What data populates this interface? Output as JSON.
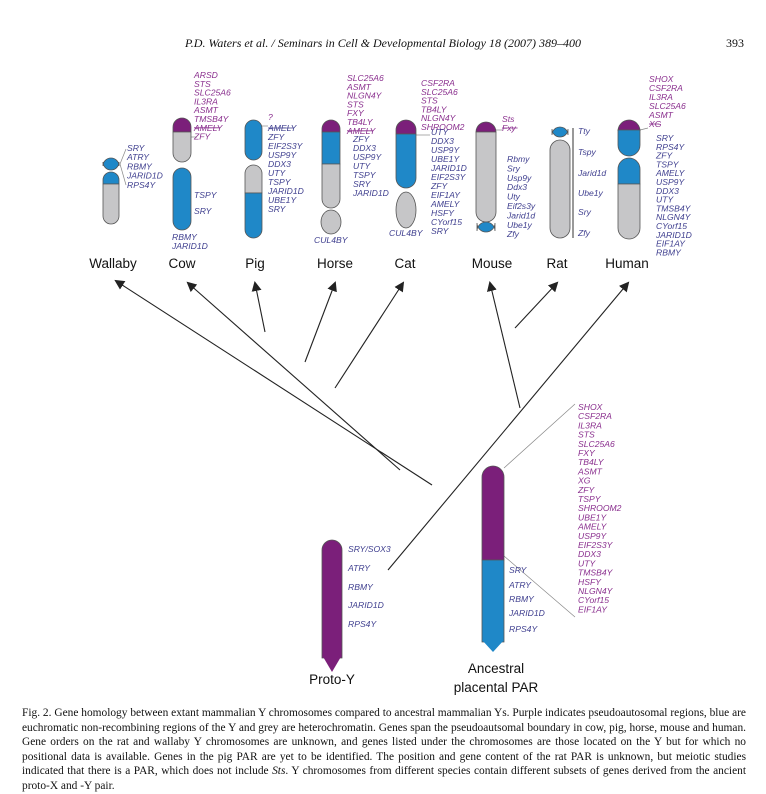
{
  "header": {
    "citation": "P.D. Waters et al. / Seminars in Cell & Developmental Biology 18 (2007) 389–400",
    "page_number": "393"
  },
  "colors": {
    "par": "#7b1f7a",
    "euchromatin": "#1f88c8",
    "heterochromatin": "#c6c6c8",
    "gene_blue": "#3f3f8f",
    "gene_purple": "#8a2f8e",
    "arrow": "#222222"
  },
  "species": [
    {
      "key": "wallaby",
      "name": "Wallaby",
      "right_genes": [
        "SRY",
        "ATRY",
        "RBMY",
        "JARID1D",
        "RPS4Y"
      ]
    },
    {
      "key": "cow",
      "name": "Cow",
      "top_genes": [
        "ARSD",
        "STS",
        "SLC25A6",
        "IL3RA",
        "ASMT",
        "TMSB4Y",
        "AMELY",
        "ZFY"
      ],
      "right_genes": [
        "TSPY",
        "SRY"
      ],
      "bottom_genes": [
        "RBMY",
        "JARID1D"
      ]
    },
    {
      "key": "pig",
      "name": "Pig",
      "right_genes": [
        "?",
        "AMELY",
        "ZFY",
        "EIF2S3Y",
        "USP9Y",
        "DDX3",
        "UTY",
        "TSPY",
        "JARID1D",
        "UBE1Y",
        "SRY"
      ]
    },
    {
      "key": "horse",
      "name": "Horse",
      "top_genes": [
        "SLC25A6",
        "ASMT",
        "NLGN4Y",
        "STS",
        "FXY",
        "TB4LY",
        "AMELY"
      ],
      "right_genes": [
        "ZFY",
        "DDX3",
        "USP9Y",
        "UTY",
        "TSPY",
        "SRY",
        "JARID1D"
      ],
      "bottom_genes": [
        "CUL4BY"
      ]
    },
    {
      "key": "cat",
      "name": "Cat",
      "top_genes": [
        "CSF2RA",
        "SLC25A6",
        "STS",
        "TB4LY",
        "NLGN4Y",
        "SHROOM2"
      ],
      "right_genes": [
        "UTY",
        "DDX3",
        "USP9Y",
        "UBE1Y",
        "JARID1D",
        "EIF2S3Y",
        "ZFY",
        "EIF1AY",
        "AMELY",
        "HSFY",
        "CYorf15",
        "SRY"
      ],
      "bottom_genes": [
        "CUL4BY"
      ]
    },
    {
      "key": "mouse",
      "name": "Mouse",
      "top_genes": [
        "Sts",
        "Fxy"
      ],
      "right_genes": [
        "Rbmy",
        "Sry",
        "Usp9y",
        "Ddx3",
        "Uty",
        "Eif2s3y",
        "Jarid1d",
        "Ube1y",
        "Zfy"
      ]
    },
    {
      "key": "rat",
      "name": "Rat",
      "right_genes": [
        "Tty",
        "Tspy",
        "Jarid1d",
        "Ube1y",
        "Sry",
        "Zfy"
      ]
    },
    {
      "key": "human",
      "name": "Human",
      "top_genes": [
        "SHOX",
        "CSF2RA",
        "IL3RA",
        "SLC25A6",
        "ASMT",
        "XG"
      ],
      "right_genes": [
        "SRY",
        "RPS4Y",
        "ZFY",
        "TSPY",
        "AMELY",
        "USP9Y",
        "DDX3",
        "UTY",
        "TMSB4Y",
        "NLGN4Y",
        "CYorf15",
        "JARID1D",
        "EIF1AY",
        "RBMY"
      ]
    }
  ],
  "ancestors": {
    "proto_y": {
      "name": "Proto-Y",
      "genes": [
        "SRY/SOX3",
        "ATRY",
        "RBMY",
        "JARID1D",
        "RPS4Y"
      ]
    },
    "placental": {
      "name_line1": "Ancestral",
      "name_line2": "placental PAR",
      "par_genes": [
        "SHOX",
        "CSF2RA",
        "IL3RA",
        "STS",
        "SLC25A6",
        "FXY",
        "TB4LY",
        "ASMT",
        "XG",
        "ZFY",
        "TSPY",
        "SHROOM2",
        "UBE1Y",
        "AMELY",
        "USP9Y",
        "EIF2S3Y",
        "DDX3",
        "UTY",
        "TMSB4Y",
        "HSFY",
        "NLGN4Y",
        "CYorf15",
        "EIF1AY"
      ],
      "y_genes": [
        "SRY",
        "ATRY",
        "RBMY",
        "JARID1D",
        "RPS4Y"
      ]
    }
  },
  "caption": {
    "part1": "Fig. 2. Gene homology between extant mammalian Y chromosomes compared to ancestral mammalian Ys. Purple indicates pseudoautosomal regions, blue are euchromatic non-recombining regions of the Y and grey are heterochromatin. Genes span the pseudoautsomal boundary in cow, pig, horse, mouse and human. Gene orders on the rat and wallaby Y chromosomes are unknown, and genes listed under the chromosomes are those located on the Y but for which no positional data is available. Genes in the pig PAR are yet to be identified. The position and gene content of the rat PAR is unknown, but meiotic studies indicated that there is a PAR, which does not include ",
    "italic": "Sts",
    "part2": ". Y chromosomes from different species contain different subsets of genes derived from the ancient proto-X and -Y pair."
  }
}
